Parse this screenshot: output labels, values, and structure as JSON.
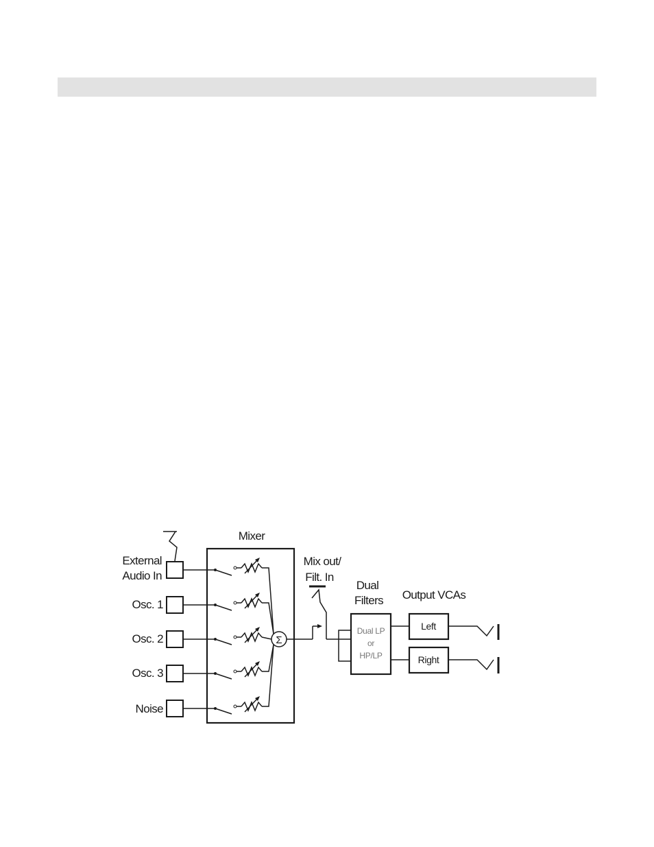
{
  "diagram": {
    "mixer": {
      "title": "Mixer",
      "inputs": [
        {
          "label_lines": [
            "External",
            "Audio In"
          ]
        },
        {
          "label_lines": [
            "Osc. 1"
          ]
        },
        {
          "label_lines": [
            "Osc. 2"
          ]
        },
        {
          "label_lines": [
            "Osc. 3"
          ]
        },
        {
          "label_lines": [
            "Noise"
          ]
        }
      ],
      "sum_symbol": "Σ"
    },
    "mix_out": {
      "label_lines": [
        "Mix out/",
        "Filt. In"
      ]
    },
    "filters": {
      "title_lines": [
        "Dual",
        "Filters"
      ],
      "box_lines": [
        "Dual LP",
        "or",
        "HP/LP"
      ]
    },
    "output": {
      "title": "Output VCAs",
      "left_label": "Left",
      "right_label": "Right"
    }
  }
}
